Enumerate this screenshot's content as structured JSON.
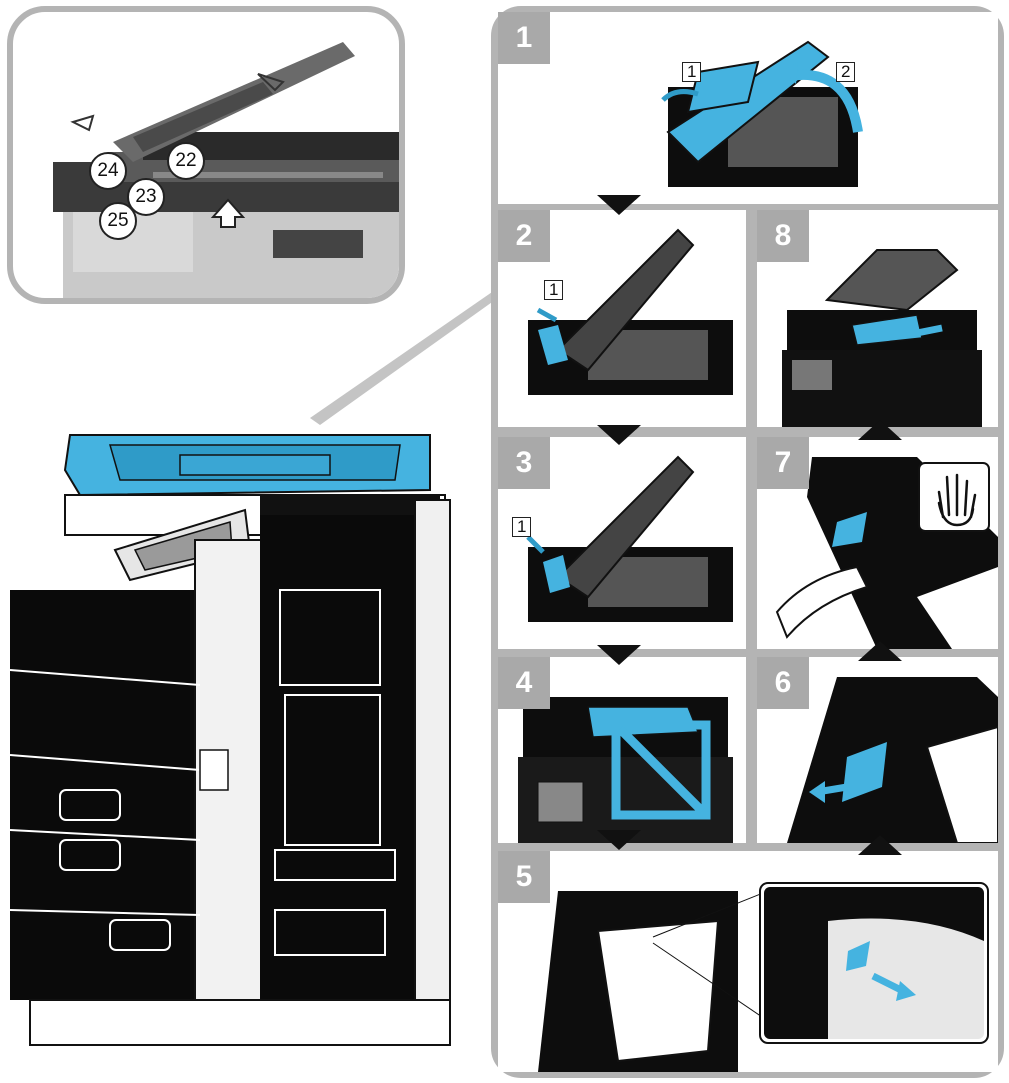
{
  "inset": {
    "callouts": [
      "24",
      "22",
      "23",
      "25"
    ]
  },
  "steps": [
    {
      "num": "1",
      "marks": [
        "1",
        "2"
      ]
    },
    {
      "num": "2",
      "marks": [
        "1"
      ]
    },
    {
      "num": "3",
      "marks": [
        "1"
      ]
    },
    {
      "num": "4",
      "marks": []
    },
    {
      "num": "5",
      "marks": []
    },
    {
      "num": "6",
      "marks": []
    },
    {
      "num": "7",
      "marks": []
    },
    {
      "num": "8",
      "marks": []
    }
  ],
  "colors": {
    "accent_blue": "#45b3e0",
    "frame_gray": "#b4b4b4",
    "badge_gray": "#a9a9a9",
    "machine_black": "#0a0a0a"
  },
  "icons": [
    "hand-stop-icon",
    "no-entry-icon",
    "flow-arrow-icon"
  ]
}
